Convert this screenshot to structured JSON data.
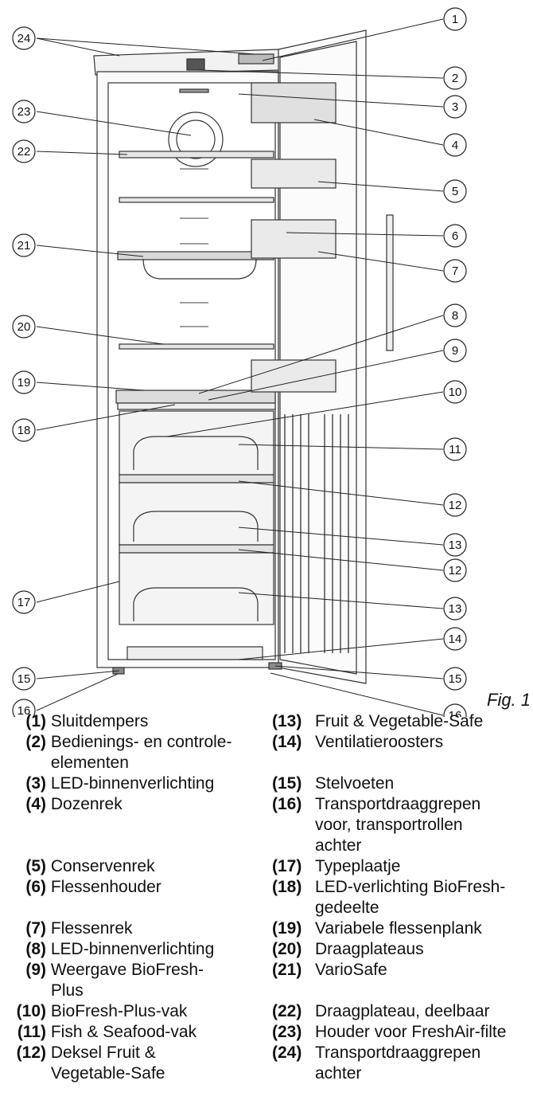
{
  "figure_label": "Fig. 1",
  "legend_left": [
    {
      "num": "(1)",
      "text": "Sluitdempers"
    },
    {
      "num": "(2)",
      "text": "Bedienings- en controle-elementen"
    },
    {
      "num": "(3)",
      "text": "LED-binnenverlichting"
    },
    {
      "num": "(4)",
      "text": "Dozenrek"
    },
    {
      "num": "(5)",
      "text": "Conservenrek"
    },
    {
      "num": "(6)",
      "text": "Flessenhouder"
    },
    {
      "num": "(7)",
      "text": "Flessenrek"
    },
    {
      "num": "(8)",
      "text": "LED-binnenverlichting"
    },
    {
      "num": "(9)",
      "text": "Weergave BioFresh-Plus"
    },
    {
      "num": "(10)",
      "text": "BioFresh-Plus-vak"
    },
    {
      "num": "(11)",
      "text": "Fish & Seafood-vak"
    },
    {
      "num": "(12)",
      "text": "Deksel Fruit & Vegetable-Safe"
    }
  ],
  "legend_right": [
    {
      "num": "(13)",
      "text": "Fruit & Vegetable-Safe"
    },
    {
      "num": "(14)",
      "text": "Ventilatieroosters"
    },
    {
      "num": "(15)",
      "text": "Stelvoeten"
    },
    {
      "num": "(16)",
      "text": "Transportdraaggrepen voor, transportrollen achter"
    },
    {
      "num": "(17)",
      "text": "Typeplaatje"
    },
    {
      "num": "(18)",
      "text": "LED-verlichting BioFresh-gedeelte"
    },
    {
      "num": "(19)",
      "text": "Variabele flessenplank"
    },
    {
      "num": "(20)",
      "text": "Draagplateaus"
    },
    {
      "num": "(21)",
      "text": "VarioSafe"
    },
    {
      "num": "(22)",
      "text": "Draagplateau, deelbaar"
    },
    {
      "num": "(23)",
      "text": "Houder voor FreshAir-filte"
    },
    {
      "num": "(24)",
      "text": "Transportdraaggrepen achter"
    }
  ],
  "callouts_right": [
    "1",
    "2",
    "3",
    "4",
    "5",
    "6",
    "7",
    "8",
    "9",
    "10",
    "11",
    "12",
    "13",
    "12",
    "13",
    "14",
    "15",
    "16"
  ],
  "callouts_left": [
    "24",
    "23",
    "22",
    "21",
    "20",
    "19",
    "18",
    "17",
    "15",
    "16"
  ]
}
